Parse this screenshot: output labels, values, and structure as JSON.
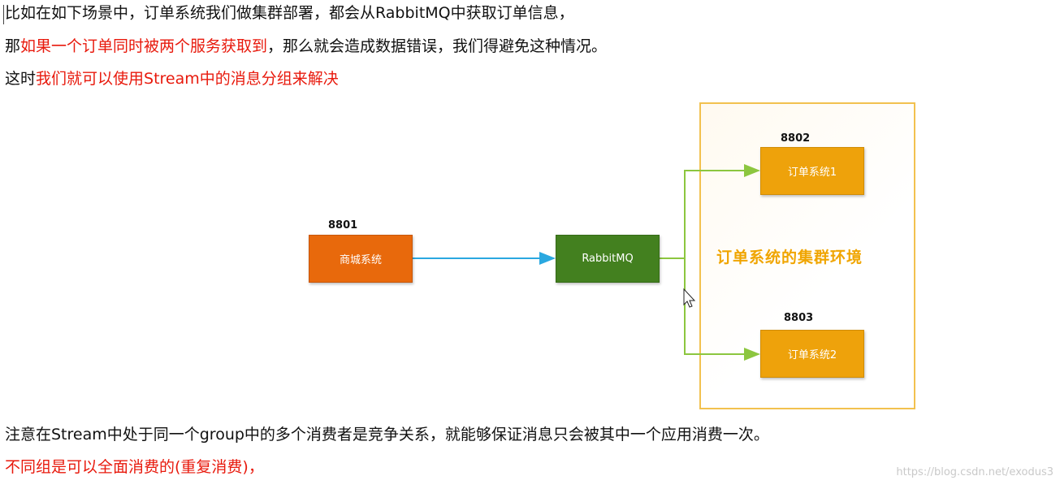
{
  "text": {
    "line1": "比如在如下场景中，订单系统我们做集群部署，都会从RabbitMQ中获取订单信息，",
    "line2_a": "那",
    "line2_red": "如果一个订单同时被两个服务获取到",
    "line2_b": "，那么就会造成数据错误，我们得避免这种情况。",
    "line3_a": "这时",
    "line3_red": "我们就可以使用Stream中的消息分组来解决",
    "line4": "注意在Stream中处于同一个group中的多个消费者是竞争关系，就能够保证消息只会被其中一个应用消费一次。",
    "line5_red": "不同组是可以全面消费的(重复消费)，"
  },
  "diagram": {
    "shop": {
      "port": "8801",
      "label": "商城系统"
    },
    "mq": {
      "label": "RabbitMQ"
    },
    "order1": {
      "port": "8802",
      "label": "订单系统1"
    },
    "order2": {
      "port": "8803",
      "label": "订单系统2"
    },
    "cluster_label": "订单系统的集群环境"
  },
  "watermark": "https://blog.csdn.net/exodus3",
  "colors": {
    "red_text": "#e8190c",
    "shop_box": "#e8690c",
    "mq_box": "#43801f",
    "order_box": "#eea20b",
    "cluster_border": "#f2c14f",
    "arrow_blue": "#2aa8e0",
    "arrow_green": "#8cc63f"
  }
}
